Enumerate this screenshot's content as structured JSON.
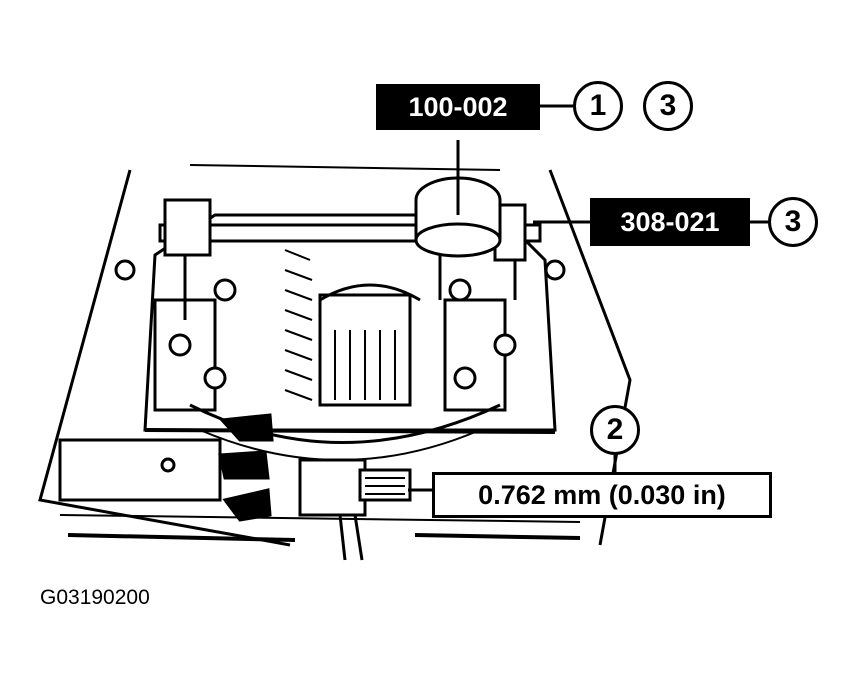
{
  "labels": {
    "tool_1": "100-002",
    "tool_2": "308-021",
    "spec": "0.762 mm (0.030 in)"
  },
  "callouts": {
    "c1": "1",
    "c3a": "3",
    "c3b": "3",
    "c2": "2"
  },
  "figure_id": "G03190200",
  "colors": {
    "ink": "#000000",
    "paper": "#ffffff"
  }
}
